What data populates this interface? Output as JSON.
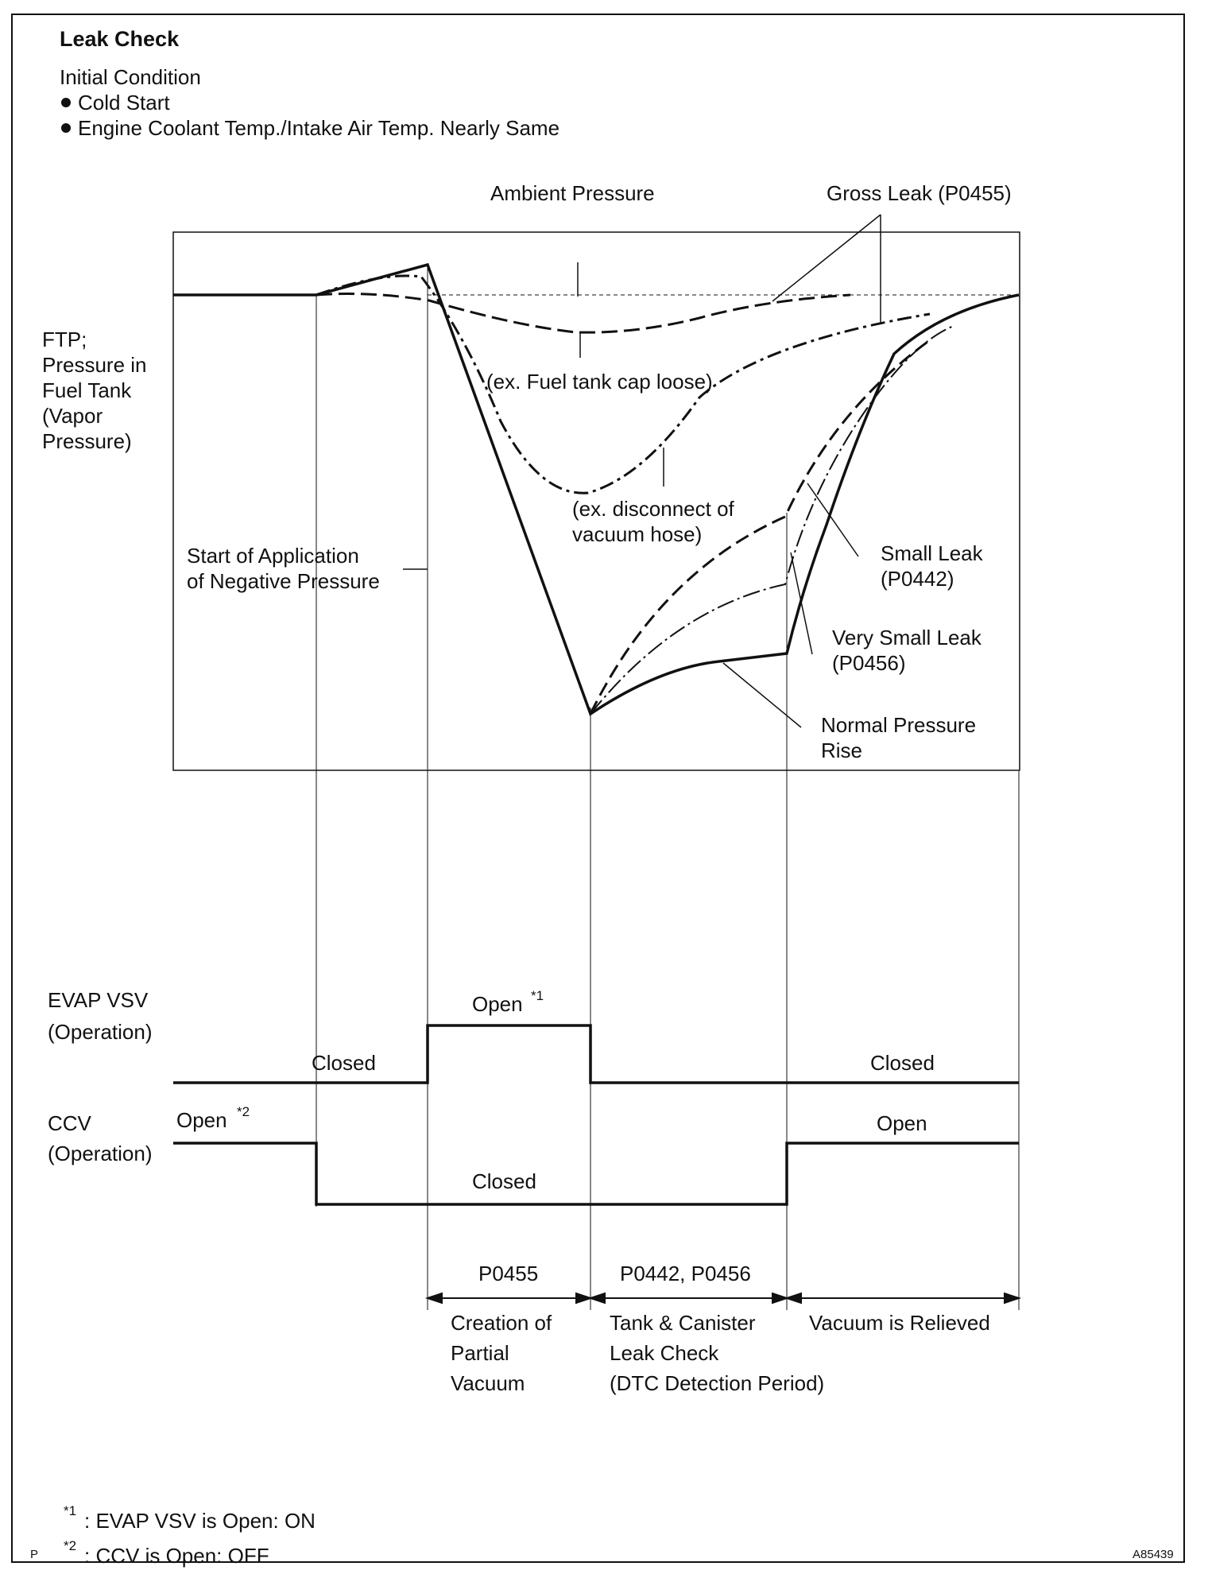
{
  "header": {
    "title": "Leak Check",
    "initial_condition": "Initial Condition",
    "conditions": [
      "Cold Start",
      "Engine Coolant Temp./Intake Air Temp. Nearly Same"
    ]
  },
  "ftp_chart": {
    "axis_label_lines": [
      "FTP;",
      "Pressure  in",
      "Fuel Tank",
      "(Vapor",
      "Pressure)"
    ],
    "ambient_pressure": "Ambient Pressure",
    "gross_leak": "Gross Leak (P0455)",
    "cap_loose": "(ex. Fuel tank cap loose)",
    "hose_lines": [
      "(ex. disconnect of",
      "vacuum hose)"
    ],
    "start_lines": [
      "Start of Application",
      "of Negative Pressure"
    ],
    "small_leak_lines": [
      "Small Leak",
      "(P0442)"
    ],
    "very_small_leak_lines": [
      "Very Small Leak",
      "(P0456)"
    ],
    "normal_rise_lines": [
      "Normal Pressure",
      "Rise"
    ]
  },
  "evap_vsv": {
    "label_lines": [
      "EVAP VSV",
      "(Operation)"
    ],
    "open": "Open",
    "open_note": "*1",
    "closed_left": "Closed",
    "closed_right": "Closed"
  },
  "ccv": {
    "label_lines": [
      "CCV",
      "(Operation)"
    ],
    "open_left": "Open",
    "open_note": "*2",
    "closed": "Closed",
    "open_right": "Open"
  },
  "periods": [
    {
      "dtc": "P0455",
      "desc_lines": [
        "Creation of",
        "Partial",
        "Vacuum"
      ]
    },
    {
      "dtc": "P0442, P0456",
      "desc_lines": [
        "Tank & Canister",
        "Leak Check",
        "(DTC Detection Period)"
      ]
    },
    {
      "dtc": "",
      "desc_lines": [
        "Vacuum is Relieved"
      ]
    }
  ],
  "footnotes": [
    {
      "mark": "*1",
      "text": ": EVAP VSV is Open: ON"
    },
    {
      "mark": "*2",
      "text": ": CCV is Open: OFF"
    }
  ],
  "corner_left": "P",
  "corner_right": "A85439"
}
